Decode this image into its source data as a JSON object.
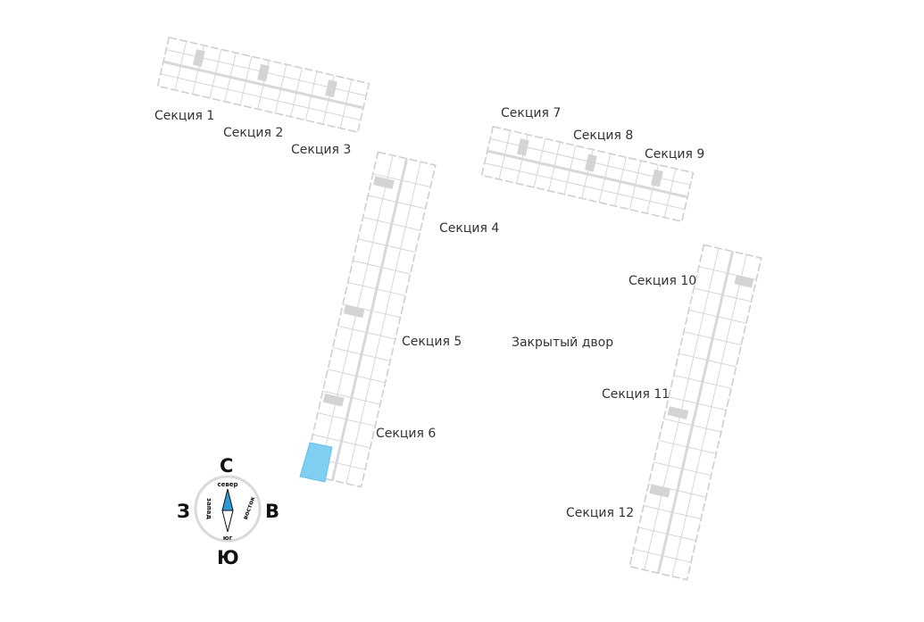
{
  "sections": [
    {
      "id": "1",
      "label": "Секция 1"
    },
    {
      "id": "2",
      "label": "Секция 2"
    },
    {
      "id": "3",
      "label": "Секция 3"
    },
    {
      "id": "4",
      "label": "Секция 4"
    },
    {
      "id": "5",
      "label": "Секция 5"
    },
    {
      "id": "6",
      "label": "Секция 6"
    },
    {
      "id": "7",
      "label": "Секция 7"
    },
    {
      "id": "8",
      "label": "Секция 8"
    },
    {
      "id": "9",
      "label": "Секция 9"
    },
    {
      "id": "10",
      "label": "Секция 10"
    },
    {
      "id": "11",
      "label": "Секция 11"
    },
    {
      "id": "12",
      "label": "Секция 12"
    }
  ],
  "courtyard": {
    "label": "Закрытый двор"
  },
  "compass": {
    "north_letter": "С",
    "south_letter": "Ю",
    "west_letter": "З",
    "east_letter": "В",
    "north_word": "север",
    "south_word": "юг",
    "west_word": "запад",
    "east_word": "восток"
  },
  "highlight": {
    "section": "6",
    "color": "#7ecff0"
  },
  "colors": {
    "plan_line": "#cfcfcf",
    "plan_dark": "#d4d4d4",
    "compass_ring": "#d9d9d9",
    "arrow_north": "#2b9ad6",
    "text": "#333333"
  }
}
